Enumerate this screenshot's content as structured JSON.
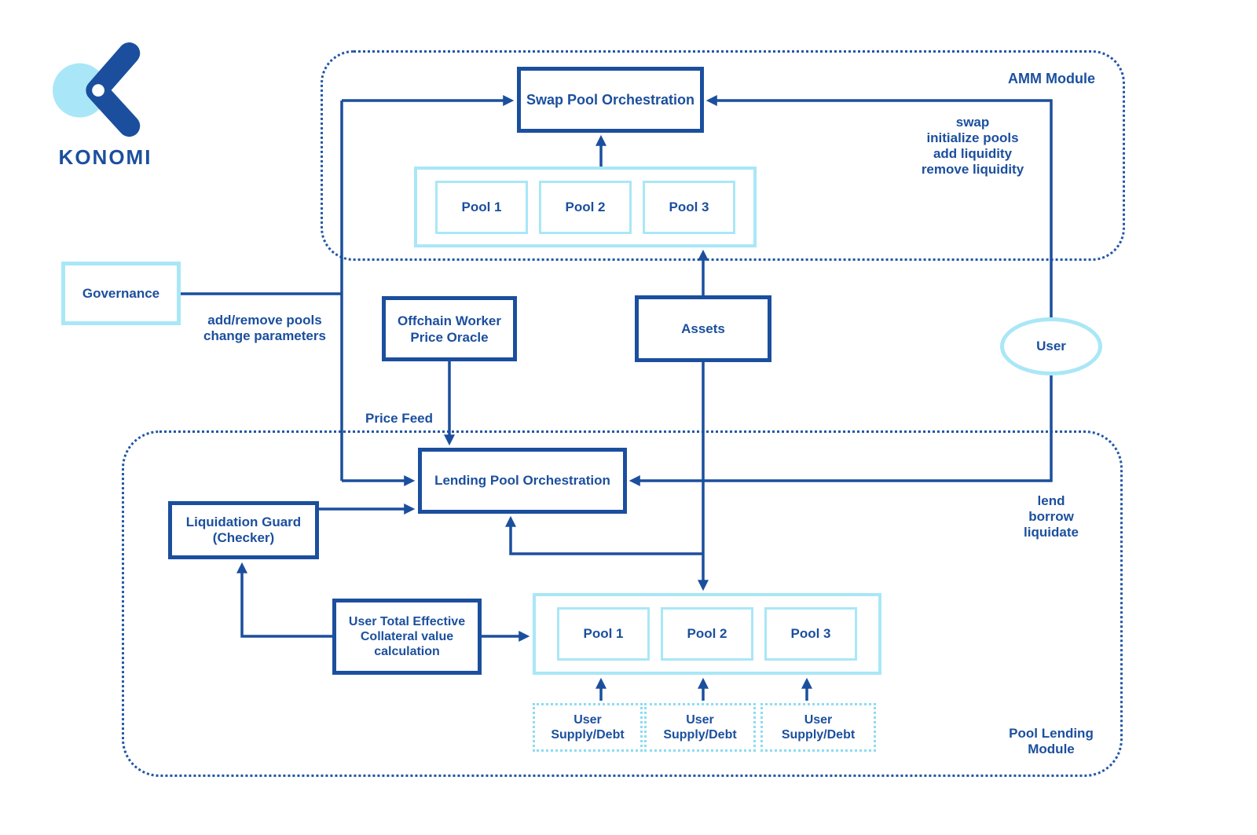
{
  "colors": {
    "dark_blue": "#1b4f9e",
    "light_cyan": "#a9e7f7"
  },
  "logo": {
    "brand": "KONOMI"
  },
  "amm": {
    "label": "AMM Module",
    "swap_orchestration": "Swap Pool Orchestration",
    "pools": [
      "Pool 1",
      "Pool 2",
      "Pool 3"
    ],
    "actions": [
      "swap",
      "initialize pools",
      "add liquidity",
      "remove liquidity"
    ]
  },
  "governance": {
    "label": "Governance",
    "note": [
      "add/remove pools",
      "change parameters"
    ]
  },
  "oracle": {
    "lines": [
      "Offchain Worker",
      "Price Oracle"
    ]
  },
  "assets": {
    "label": "Assets"
  },
  "user": {
    "label": "User"
  },
  "price_feed": {
    "label": "Price Feed"
  },
  "lending": {
    "module_label": [
      "Pool Lending",
      "Module"
    ],
    "orchestration": "Lending Pool Orchestration",
    "actions": [
      "lend",
      "borrow",
      "liquidate"
    ],
    "liquidation_guard": [
      "Liquidation Guard",
      "(Checker)"
    ],
    "collateral_calc": [
      "User Total Effective",
      "Collateral value",
      "calculation"
    ],
    "pools": [
      "Pool 1",
      "Pool 2",
      "Pool 3"
    ],
    "supply_debt": [
      [
        "User",
        "Supply/Debt"
      ],
      [
        "User",
        "Supply/Debt"
      ],
      [
        "User",
        "Supply/Debt"
      ]
    ]
  }
}
